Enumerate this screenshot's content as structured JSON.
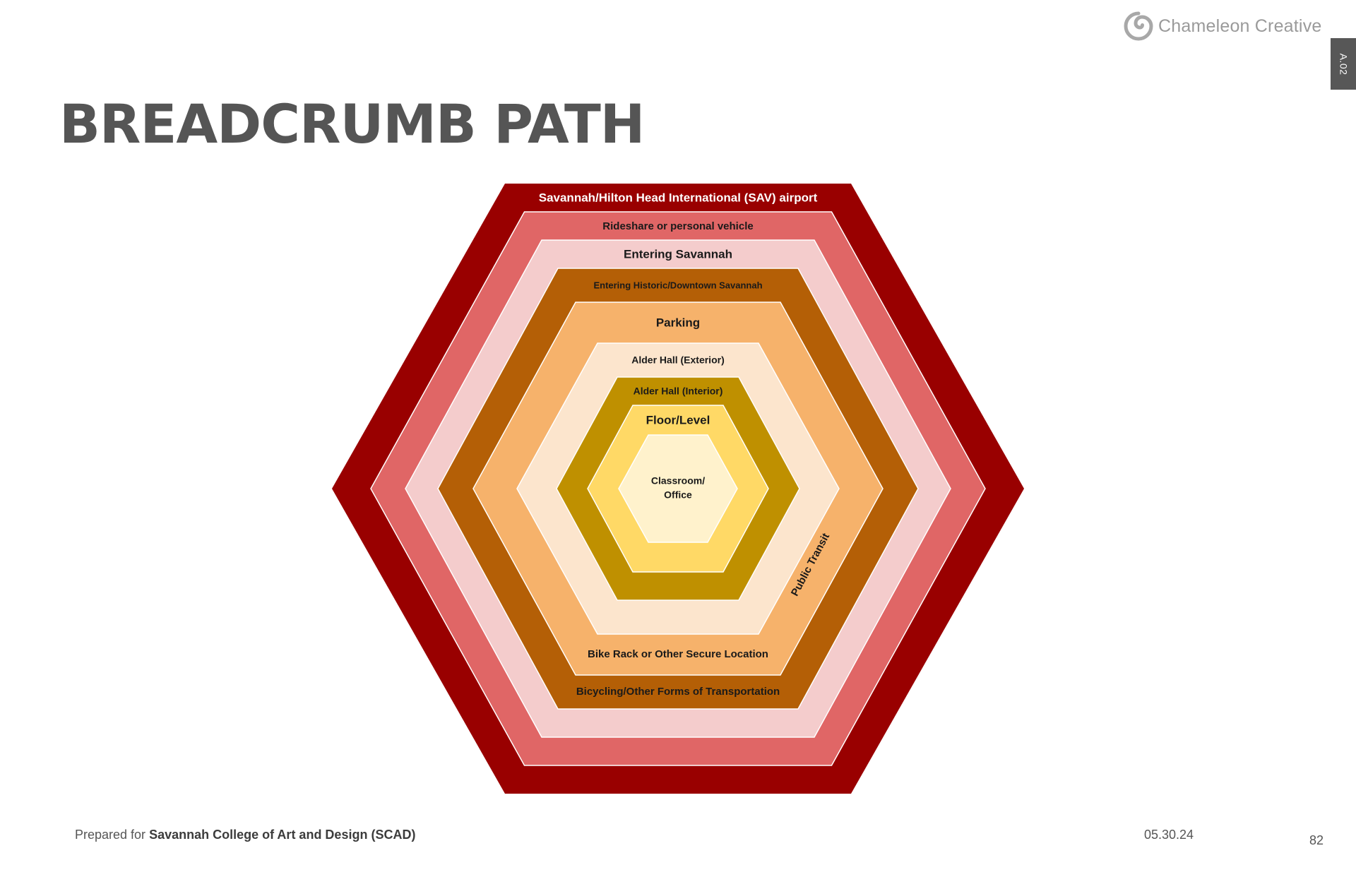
{
  "header": {
    "logo_text": "Chameleon Creative",
    "logo_icon": "spiral-logo-icon",
    "section_tab": "A.02"
  },
  "title": "BREADCRUMB PATH",
  "diagram": {
    "rings": [
      {
        "label": "Savannah/Hilton Head International (SAV) airport",
        "color": "#990000",
        "text_color": "#ffffff"
      },
      {
        "label": "Rideshare or personal vehicle",
        "color": "#e06666",
        "text_color": "#1a1a1a"
      },
      {
        "label": "Entering Savannah",
        "color": "#f4cccc",
        "text_color": "#1a1a1a"
      },
      {
        "label": "Entering Historic/Downtown Savannah",
        "color": "#b45f06",
        "text_color": "#1a1a1a"
      },
      {
        "label": "Parking",
        "color": "#f6b26b",
        "text_color": "#1a1a1a"
      },
      {
        "label": "Alder Hall (Exterior)",
        "color": "#fce5cd",
        "text_color": "#1a1a1a"
      },
      {
        "label": "Alder Hall (Interior)",
        "color": "#bf9000",
        "text_color": "#1a1a1a"
      },
      {
        "label": "Floor/Level",
        "color": "#ffd966",
        "text_color": "#1a1a1a"
      },
      {
        "label": "Classroom/\nOffice",
        "color": "#fff2cc",
        "text_color": "#1a1a1a"
      }
    ],
    "extra_labels": {
      "public_transit": "Public Transit",
      "bike_rack": "Bike Rack or Other Secure Location",
      "bicycling": "Bicycling/Other Forms of Transportation"
    }
  },
  "footer": {
    "prepared_prefix": "Prepared for ",
    "client": "Savannah College of Art and Design (SCAD)",
    "date": "05.30.24",
    "page_number": "82"
  }
}
